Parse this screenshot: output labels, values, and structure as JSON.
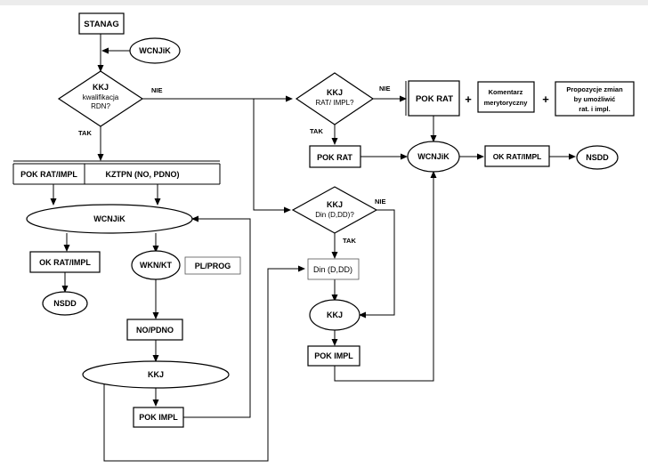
{
  "nodes": {
    "stanag": "STANAG",
    "wcnjik_top": "WCNJiK",
    "d1_title": "KKJ",
    "d1_line1": "kwalifikacja",
    "d1_line2": "RDN?",
    "d1_nie": "NIE",
    "d1_tak": "TAK",
    "pok_rat_impl_left": "POK RAT/IMPL",
    "kztpn": "KZTPN (NO, PDNO)",
    "wcnjik_left": "WCNJiK",
    "ok_rat_impl_left": "OK RAT/IMPL",
    "nsdd_left": "NSDD",
    "wkn_kt": "WKN/KT",
    "pl_prog": "PL/PROG",
    "no_pdno": "NO/PDNO",
    "kkj_left": "KKJ",
    "pok_impl_left": "POK IMPL",
    "d2_title": "KKJ",
    "d2_line1": "RAT/ IMPL?",
    "d2_nie": "NIE",
    "d2_tak": "TAK",
    "pok_rat_top": "POK RAT",
    "plus1": "+",
    "komentarz_1": "Komentarz",
    "komentarz_2": "merytoryczny",
    "plus2": "+",
    "propozycje_1": "Propozycje zmian",
    "propozycje_2": "by umożliwić",
    "propozycje_3": "rat. i impl.",
    "pok_rat_mid": "POK RAT",
    "wcnjik_right": "WCNJiK",
    "ok_rat_impl_right": "OK RAT/IMPL",
    "nsdd_right": "NSDD",
    "d3_title": "KKJ",
    "d3_line1": "Din (D,DD)?",
    "d3_nie": "NIE",
    "d3_tak": "TAK",
    "din": "Din (D,DD)",
    "kkj_right": "KKJ",
    "pok_impl_right": "POK IMPL"
  }
}
